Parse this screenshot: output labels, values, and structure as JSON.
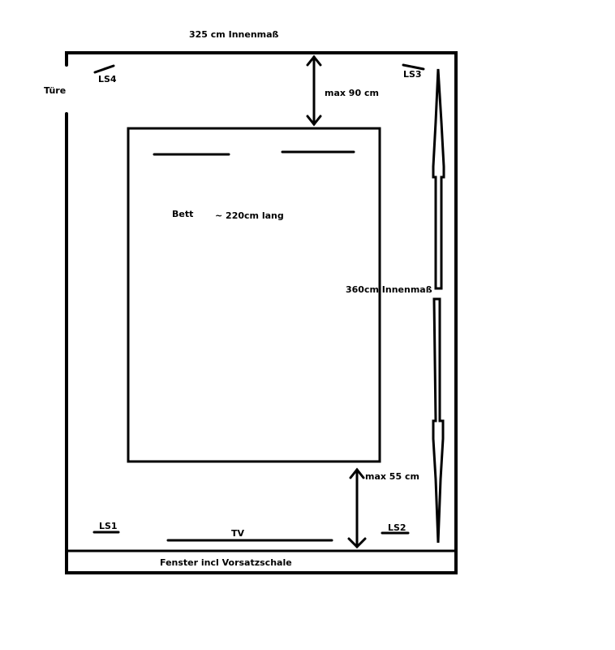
{
  "labels": {
    "width": "325 cm Innenmaß",
    "door": "Türe",
    "ls4": "LS4",
    "ls3": "LS3",
    "ls1": "LS1",
    "ls2": "LS2",
    "top_gap": "max 90 cm",
    "bed": "Bett",
    "bed_length": "~ 220cm lang",
    "length": "360cm Innenmaß",
    "bottom_gap": "max 55 cm",
    "tv": "TV",
    "window": "Fenster incl Vorsatzschale"
  }
}
